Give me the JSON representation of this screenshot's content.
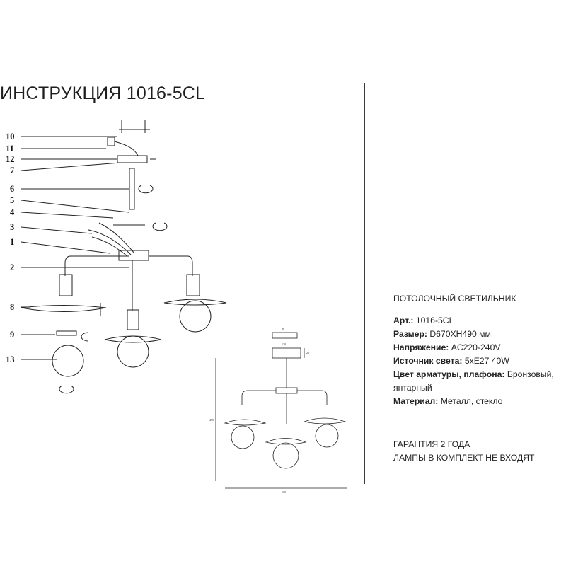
{
  "title": "ИНСТРУКЦИЯ 1016-5CL",
  "product_type": "ПОТОЛОЧНЫЙ СВЕТИЛЬНИК",
  "specs": [
    {
      "label": "Арт.:",
      "value": "1016-5CL"
    },
    {
      "label": "Размер:",
      "value": "D670XH490 мм"
    },
    {
      "label": "Напряжение:",
      "value": "AC220-240V"
    },
    {
      "label": "Источник света:",
      "value": "5xE27 40W"
    },
    {
      "label": "Цвет арматуры, плафона:",
      "value": "Бронзовый,"
    },
    {
      "label": "",
      "value": "янтарный"
    },
    {
      "label": "Материал:",
      "value": "Металл, стекло"
    }
  ],
  "notes": [
    "ГАРАНТИЯ 2 ГОДА",
    "ЛАМПЫ В КОМПЛЕКТ НЕ ВХОДЯТ"
  ],
  "part_numbers": [
    "10",
    "11",
    "12",
    "7",
    "6",
    "5",
    "4",
    "3",
    "1",
    "2",
    "8",
    "9",
    "13"
  ],
  "dimensions": {
    "canopy_small": "98",
    "canopy": "120",
    "canopy_height": "25",
    "height": "490",
    "width": "670"
  }
}
